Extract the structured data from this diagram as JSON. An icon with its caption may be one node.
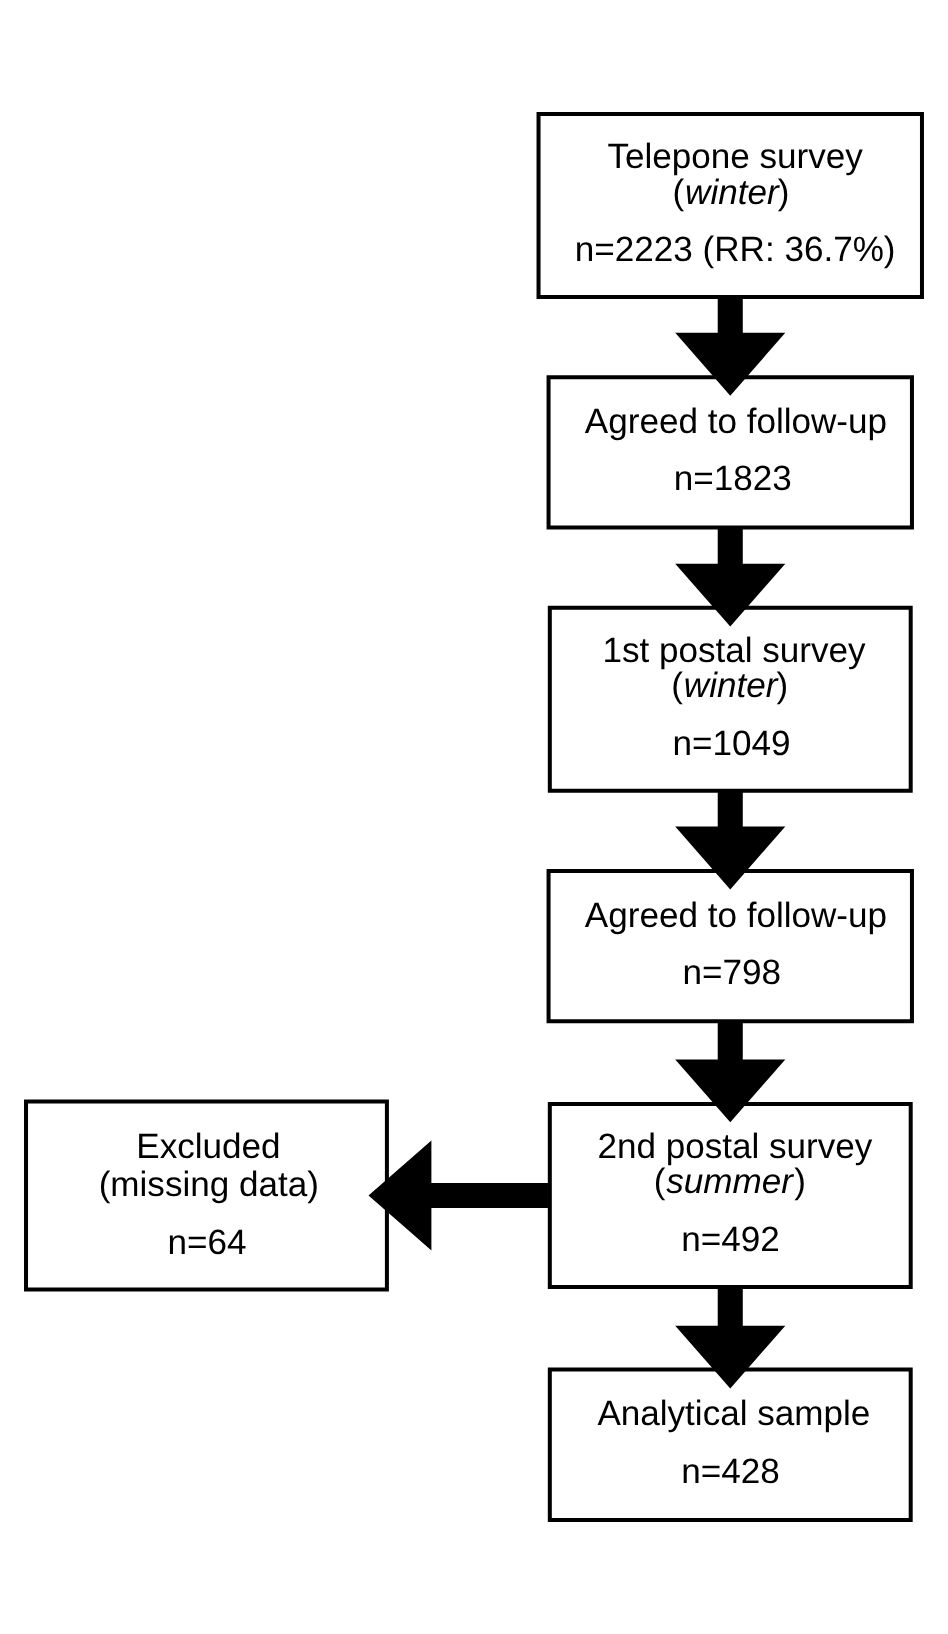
{
  "diagram": {
    "nodes": [
      {
        "text": [
          "Telepone survey (*winter*)",
          "n=2223 (RR: 36.7%)"
        ]
      },
      {
        "text": [
          "Agreed to follow-up",
          "n=1823"
        ]
      },
      {
        "text": [
          "1st postal survey (*winter*)",
          "n=1049"
        ]
      },
      {
        "text": [
          "Agreed to follow-up",
          "n=798"
        ]
      },
      {
        "text": [
          "Excluded (missing data)",
          "n=64"
        ]
      },
      {
        "text": [
          "2nd postal survey (*summer*)",
          "n=492"
        ]
      },
      {
        "text": [
          "Analytical sample",
          "n=428"
        ]
      }
    ],
    "edges": [
      {
        "from": 0,
        "to": 1,
        "arrow": "to"
      },
      {
        "from": 1,
        "to": 2,
        "arrow": "to"
      },
      {
        "from": 2,
        "to": 3,
        "arrow": "to"
      },
      {
        "from": 3,
        "to": 5,
        "arrow": "to"
      },
      {
        "from": 5,
        "to": 4,
        "arrow": "to"
      },
      {
        "from": 5,
        "to": 6,
        "arrow": "to"
      }
    ]
  }
}
